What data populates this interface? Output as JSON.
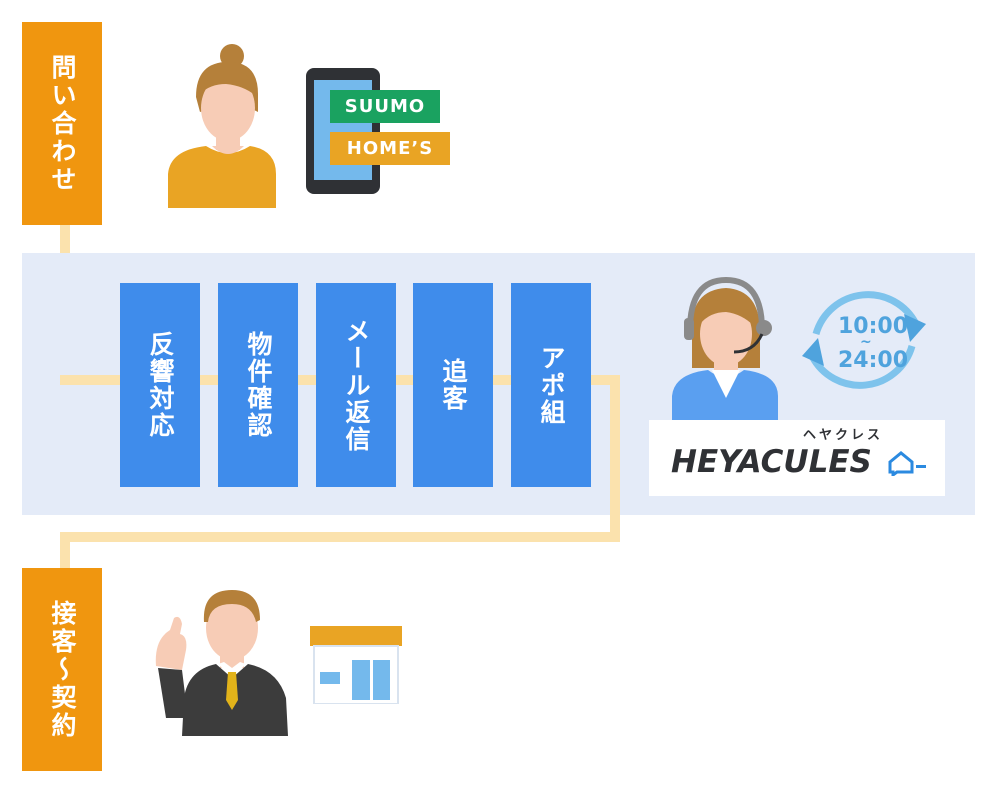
{
  "labels": {
    "inquiry": "問い合わせ",
    "contract": "接客〜契約"
  },
  "sites": [
    "SUUMO",
    "HOME’S"
  ],
  "steps": [
    "反響対応",
    "物件確認",
    "メール返信",
    "追客",
    "アポ組"
  ],
  "service": {
    "logo": "HEYACULES",
    "kana": "ヘヤクレス",
    "hours_open": "10:00",
    "hours_sep": "~",
    "hours_close": "24:00"
  },
  "colors": {
    "orange": "#f0960f",
    "step_blue": "#3f8ceb",
    "panel": "#e4ebf8",
    "connector": "#fbe2ad",
    "suumo_green": "#1aa260",
    "homes_orange": "#e9a424",
    "clock_blue": "#7ec3ec"
  },
  "icons": [
    "customer-woman-icon",
    "smartphone-icon",
    "operator-headset-icon",
    "clock-cycle-icon",
    "agent-man-thumbs-up-icon",
    "storefront-icon",
    "chat-house-logo-icon"
  ]
}
